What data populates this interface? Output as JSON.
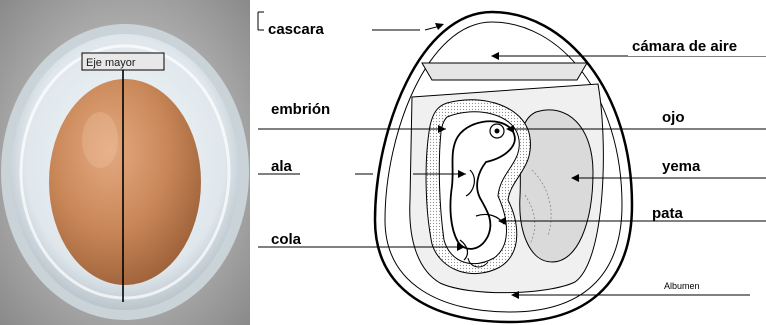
{
  "photo": {
    "axis_label": "Eje mayor"
  },
  "diagram": {
    "labels": {
      "cascara": "cascara",
      "camara": "cámara de aire",
      "embrion": "embrión",
      "ojo": "ojo",
      "ala": "ala",
      "yema": "yema",
      "pata": "pata",
      "cola": "cola",
      "albumen": "Albumen"
    }
  }
}
